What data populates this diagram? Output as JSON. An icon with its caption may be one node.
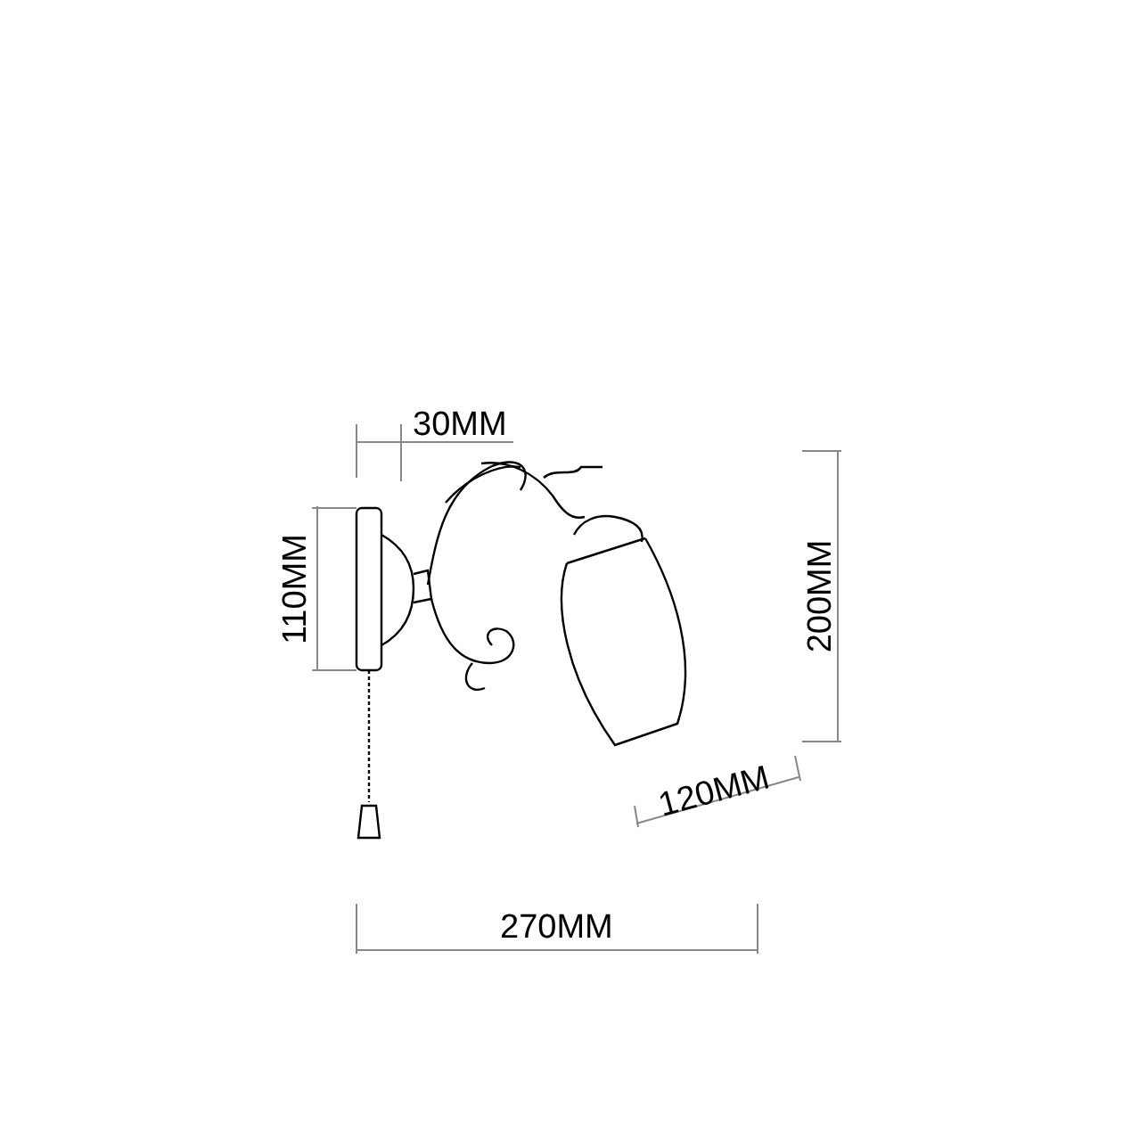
{
  "diagram": {
    "labels": [
      "30MM",
      "110MM",
      "200MM",
      "120MM",
      "270MM"
    ]
  }
}
